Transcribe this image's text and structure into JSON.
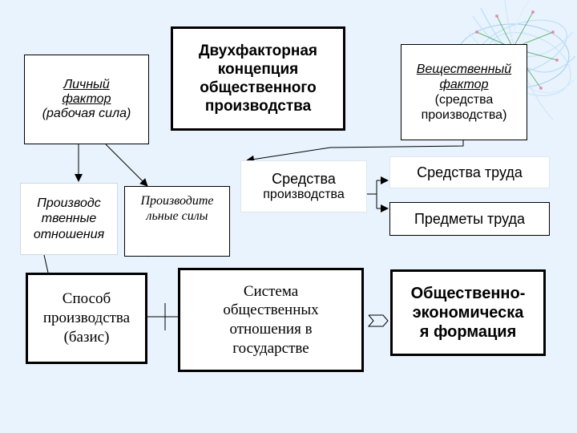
{
  "nodes": {
    "center_title": "Двухфакторная концепция общественного производства",
    "personal_factor": {
      "line1": "Личный",
      "line2": "фактор",
      "line3": "(рабочая сила)"
    },
    "material_factor": {
      "line1": "Вещественный",
      "line2": "фактор",
      "line3": "(средства",
      "line4": "производства)"
    },
    "production_relations": {
      "line1": "Производс",
      "line2": "твенные",
      "line3": "отношения"
    },
    "productive_forces": {
      "line1": "Производите",
      "line2": "льные силы"
    },
    "means_of_production": {
      "line1": "Средства",
      "line2": "производства"
    },
    "means_of_labor": "Средства труда",
    "objects_of_labor": "Предметы труда",
    "mode_of_production": {
      "line1": "Способ",
      "line2": "производства",
      "line3": "(базис)"
    },
    "social_relations_system": {
      "line1": "Система",
      "line2": "общественных",
      "line3": "отношения в",
      "line4": "государстве"
    },
    "socio_economic_formation": {
      "line1": "Общественно-",
      "line2": "экономическа",
      "line3": "я формация"
    }
  },
  "colors": {
    "background": "#e9f3fd",
    "box": "#ffffff",
    "line": "#000000"
  }
}
